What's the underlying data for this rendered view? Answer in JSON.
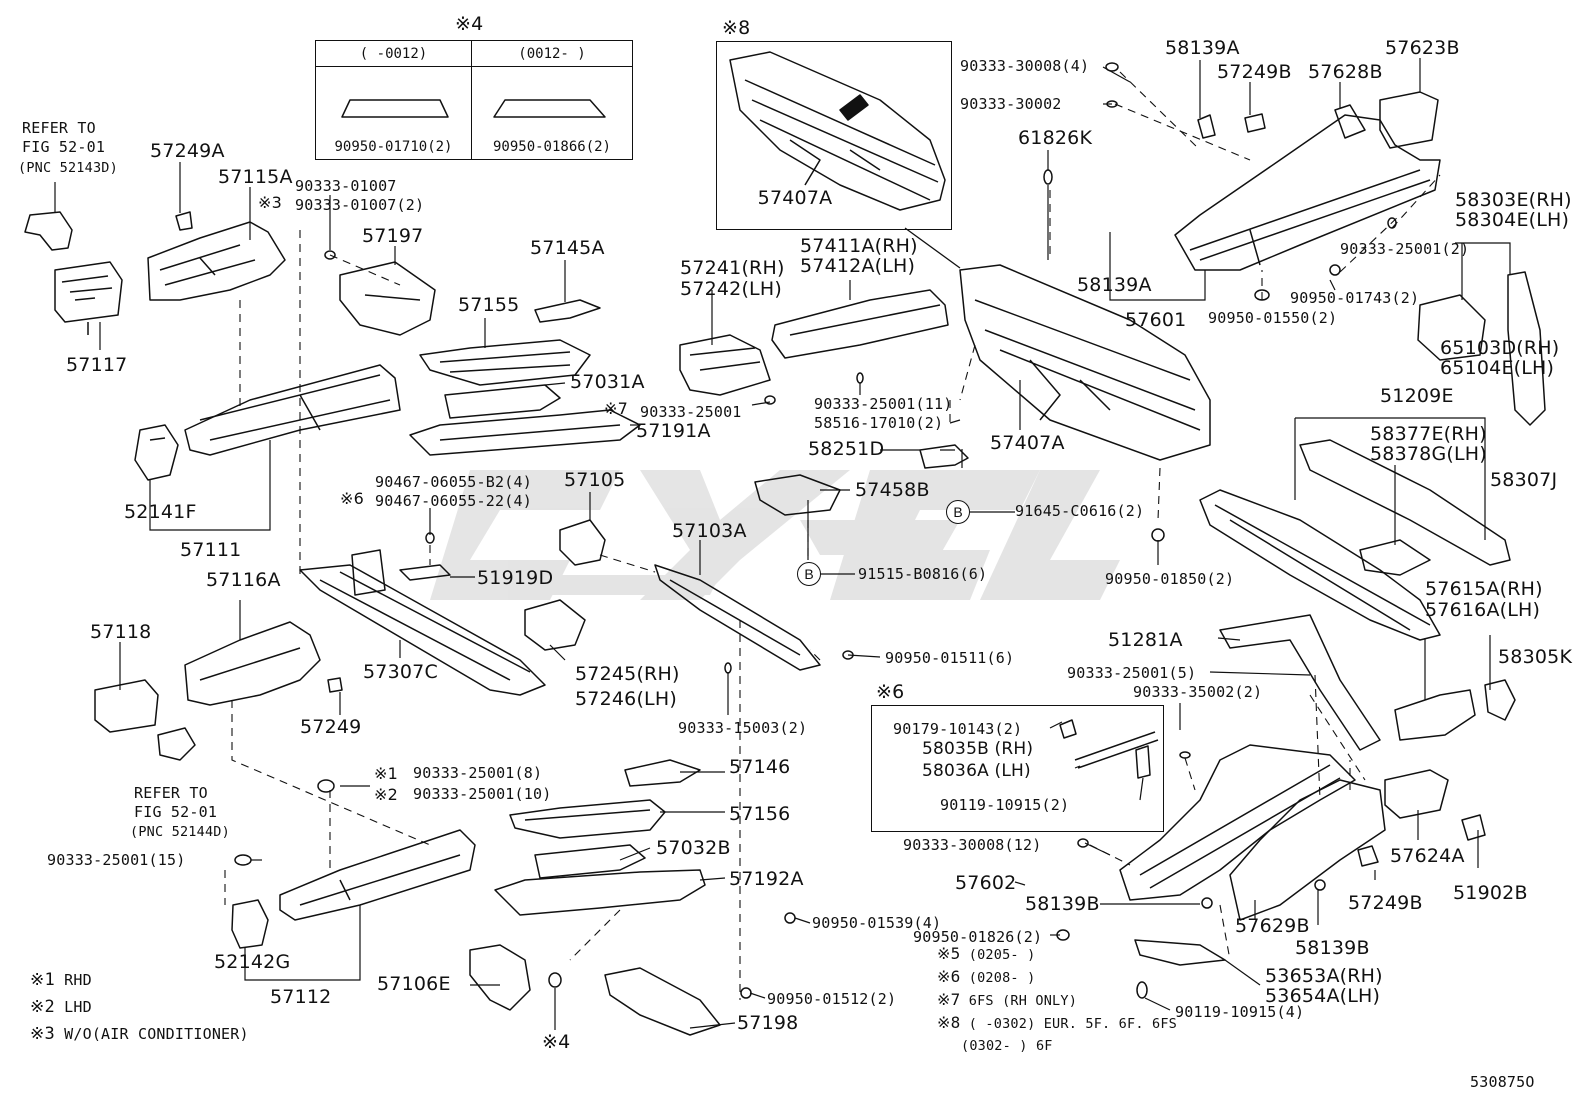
{
  "watermark": "Cyfel",
  "diagram_code": "530875O",
  "table": {
    "title": "※4",
    "headers": [
      "(    -0012)",
      "(0012-    )"
    ],
    "parts": [
      "90950-01710(2)",
      "90950-01866(2)"
    ]
  },
  "inset_8": {
    "title": "※8",
    "part": "57407A"
  },
  "inset_6": {
    "title": "※6",
    "p1": "90179-10143(2)",
    "p2": "58035B (RH)",
    "p3": "58036A (LH)",
    "p4": "90119-10915(2)"
  },
  "refer_top": [
    "REFER TO",
    "FIG 52-01",
    "(PNC 52143D)"
  ],
  "refer_bottom": [
    "REFER TO",
    "FIG 52-01",
    "(PNC 52144D)"
  ],
  "labels": {
    "57249A": "57249A",
    "57115A": "57115A",
    "p90333_01007": "90333-01007",
    "p90333_01007b": "90333-01007(2)",
    "note3": "※3",
    "57197": "57197",
    "57145A": "57145A",
    "57155": "57155",
    "57117": "57117",
    "57031A": "57031A",
    "note7": "※7",
    "p90333_25001a": "90333-25001",
    "57191A": "57191A",
    "52141F": "52141F",
    "57111": "57111",
    "p90467a": "90467-06055-B2(4)",
    "p90467b": "90467-06055-22(4)",
    "note6": "※6",
    "57105": "57105",
    "57103A": "57103A",
    "57116A": "57116A",
    "51919D": "51919D",
    "57118": "57118",
    "57245": "57245(RH)",
    "57246": "57246(LH)",
    "57307C": "57307C",
    "57249": "57249",
    "p90950_01511": "90950-01511(6)",
    "p90333_15003": "90333-15003(2)",
    "note1a": "※1",
    "note2a": "※2",
    "p90333_25001_8": "90333-25001(8)",
    "p90333_25001_10": "90333-25001(10)",
    "57146": "57146",
    "57156": "57156",
    "p90333_25001_15": "90333-25001(15)",
    "57032B": "57032B",
    "57192A": "57192A",
    "52142G": "52142G",
    "57112": "57112",
    "p90950_01539": "90950-01539(4)",
    "57106E": "57106E",
    "note4": "※4",
    "p90950_01512": "90950-01512(2)",
    "57198": "57198",
    "57241": "57241(RH)",
    "57242": "57242(LH)",
    "57411A": "57411A(RH)",
    "57412A": "57412A(LH)",
    "p90333_25001_11": "90333-25001(11)",
    "p58516": "58516-17010(2)",
    "58251D": "58251D",
    "57407A": "57407A",
    "57458B": "57458B",
    "p91645": "91645-C0616(2)",
    "p91515": "91515-B0816(6)",
    "circB": "B",
    "p90333_30008_4": "90333-30008(4)",
    "p90333_30002": "90333-30002",
    "58139A_top": "58139A",
    "57249B_top": "57249B",
    "57628B": "57628B",
    "57623B": "57623B",
    "61826K": "61826K",
    "58303E": "58303E(RH)",
    "58304E": "58304E(LH)",
    "p90333_25001_2": "90333-25001(2)",
    "58139A_mid": "58139A",
    "p90950_01743": "90950-01743(2)",
    "57601": "57601",
    "p90950_01550": "90950-01550(2)",
    "65103D": "65103D(RH)",
    "65104E": "65104E(LH)",
    "51209E": "51209E",
    "58377E": "58377E(RH)",
    "58378G": "58378G(LH)",
    "58307J": "58307J",
    "p90950_01850": "90950-01850(2)",
    "57615A": "57615A(RH)",
    "57616A": "57616A(LH)",
    "51281A": "51281A",
    "58305K": "58305K",
    "p90333_25001_5": "90333-25001(5)",
    "p90333_35002": "90333-35002(2)",
    "p90333_30008_12": "90333-30008(12)",
    "57624A": "57624A",
    "51902B": "51902B",
    "57602": "57602",
    "58139B_a": "58139B",
    "p90950_01826": "90950-01826(2)",
    "57249B_b": "57249B",
    "57629B": "57629B",
    "58139B_b": "58139B",
    "53653A": "53653A(RH)",
    "53654A": "53654A(LH)",
    "p90119_10915_4": "90119-10915(4)"
  },
  "notes": [
    {
      "mark": "※1",
      "text": "RHD"
    },
    {
      "mark": "※2",
      "text": "LHD"
    },
    {
      "mark": "※3",
      "text": "W/O(AIR CONDITIONER)"
    }
  ],
  "notes_right": [
    {
      "mark": "※5",
      "text": "(0205-      )"
    },
    {
      "mark": "※6",
      "text": "(0208-      )"
    },
    {
      "mark": "※7",
      "text": "6FS (RH ONLY)"
    },
    {
      "mark": "※8",
      "text": "(      -0302) EUR. 5F. 6F. 6FS"
    },
    {
      "mark": "",
      "text": "(0302-      ) 6F"
    }
  ]
}
